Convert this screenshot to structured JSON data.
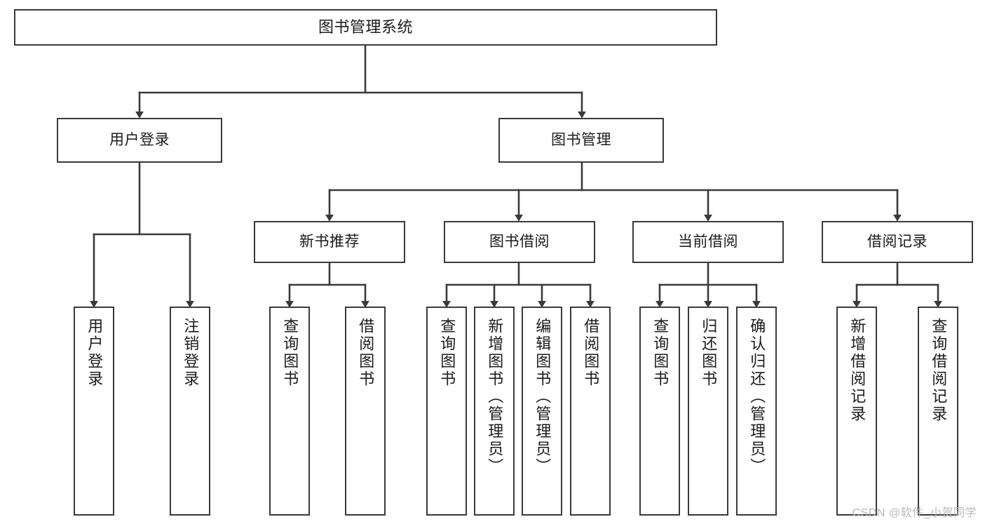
{
  "diagram": {
    "type": "tree",
    "title": "图书管理系统",
    "orientation": "top-down",
    "colors": {
      "box_border": "#3a3a3a",
      "box_fill": "#ffffff",
      "connector": "#3a3a3a",
      "text": "#1b1b1b",
      "watermark": "#b9b9b9"
    },
    "levels": [
      {
        "level": 1,
        "nodes": [
          {
            "id": "root",
            "label": "图书管理系统",
            "orientation": "horizontal"
          }
        ]
      },
      {
        "level": 2,
        "nodes": [
          {
            "id": "login",
            "label": "用户登录",
            "orientation": "horizontal"
          },
          {
            "id": "bookmgmt",
            "label": "图书管理",
            "orientation": "horizontal"
          }
        ]
      },
      {
        "level": 3,
        "nodes": [
          {
            "id": "newbook",
            "label": "新书推荐",
            "orientation": "horizontal"
          },
          {
            "id": "borrow",
            "label": "图书借阅",
            "orientation": "horizontal"
          },
          {
            "id": "current",
            "label": "当前借阅",
            "orientation": "horizontal"
          },
          {
            "id": "records",
            "label": "借阅记录",
            "orientation": "horizontal"
          }
        ]
      },
      {
        "level": 4,
        "nodes": [
          {
            "id": "leaf-user-login",
            "label": "用户登录",
            "orientation": "vertical",
            "parent": "login"
          },
          {
            "id": "leaf-user-logout",
            "label": "注销登录",
            "orientation": "vertical",
            "parent": "login"
          },
          {
            "id": "leaf-newbook-query",
            "label": "查询图书",
            "orientation": "vertical",
            "parent": "newbook"
          },
          {
            "id": "leaf-newbook-borrow",
            "label": "借阅图书",
            "orientation": "vertical",
            "parent": "newbook"
          },
          {
            "id": "leaf-borrow-query",
            "label": "查询图书",
            "orientation": "vertical",
            "parent": "borrow"
          },
          {
            "id": "leaf-borrow-add",
            "label": "新增图书（管理员）",
            "orientation": "vertical",
            "parent": "borrow"
          },
          {
            "id": "leaf-borrow-edit",
            "label": "编辑图书（管理员）",
            "orientation": "vertical",
            "parent": "borrow"
          },
          {
            "id": "leaf-borrow-take",
            "label": "借阅图书",
            "orientation": "vertical",
            "parent": "borrow"
          },
          {
            "id": "leaf-current-query",
            "label": "查询图书",
            "orientation": "vertical",
            "parent": "current"
          },
          {
            "id": "leaf-current-return",
            "label": "归还图书",
            "orientation": "vertical",
            "parent": "current"
          },
          {
            "id": "leaf-current-confirm",
            "label": "确认归还（管理员）",
            "orientation": "vertical",
            "parent": "current"
          },
          {
            "id": "leaf-record-add",
            "label": "新增借阅记录",
            "orientation": "vertical",
            "parent": "records"
          },
          {
            "id": "leaf-record-query",
            "label": "查询借阅记录",
            "orientation": "vertical",
            "parent": "records"
          }
        ]
      }
    ]
  },
  "watermark": {
    "text": "CSDN @软件_小贺同学"
  }
}
